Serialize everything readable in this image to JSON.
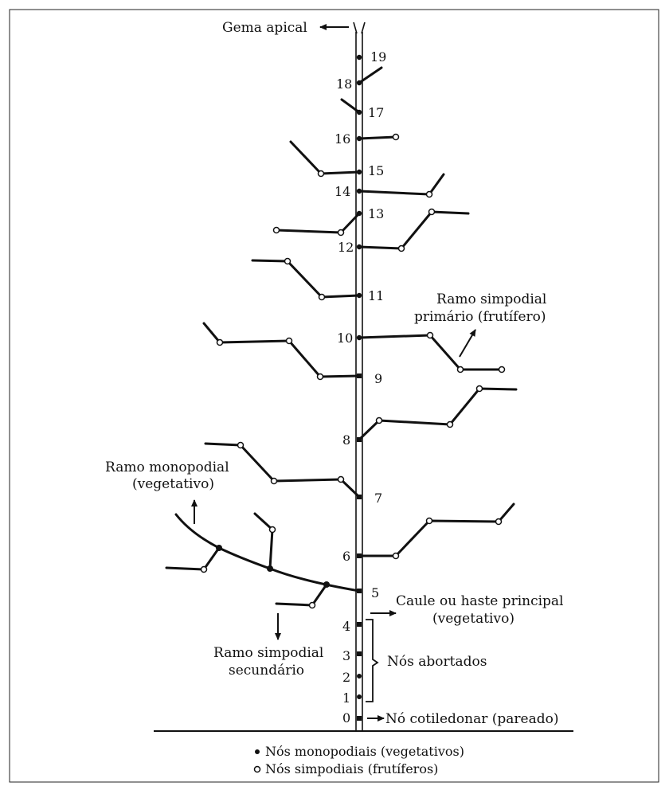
{
  "labels": {
    "apical_bud": "Gema apical",
    "sympodial_primary": [
      "Ramo simpodial",
      "primário (frutífero)"
    ],
    "monopodial": [
      "Ramo monopodial",
      "(vegetativo)"
    ],
    "main_stem": [
      "Caule ou haste principal",
      "(vegetativo)"
    ],
    "sympodial_secondary": [
      "Ramo simpodial",
      "secundário"
    ],
    "aborted_nodes": "Nós abortados",
    "cotyledonary_node": "Nó cotiledonar (pareado)"
  },
  "node_numbers": [
    "0",
    "1",
    "2",
    "3",
    "4",
    "5",
    "6",
    "7",
    "8",
    "9",
    "10",
    "11",
    "12",
    "13",
    "14",
    "15",
    "16",
    "17",
    "18",
    "19"
  ],
  "legend": {
    "monopodial": "Nós monopodiais (vegetativos)",
    "sympodial": "Nós simpodiais (frutíferos)"
  },
  "colors": {
    "ink": "#111111",
    "background": "#ffffff"
  }
}
